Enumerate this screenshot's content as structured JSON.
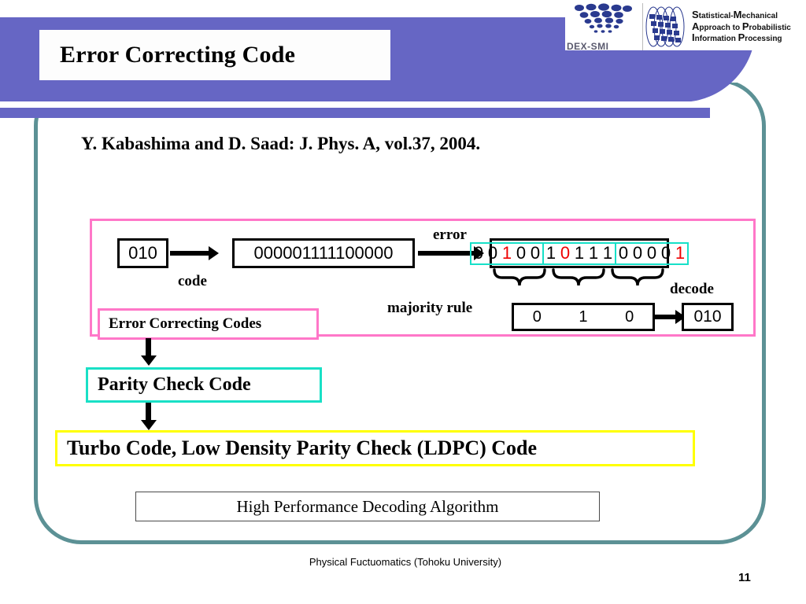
{
  "slide": {
    "title": "Error Correcting Code",
    "citation": "Y. Kabashima and D. Saad: J. Phys. A, vol.37, 2004.",
    "footer": "Physical Fuctuomatics (Tohoku University)",
    "page_number": "11"
  },
  "logos": {
    "dex": {
      "label": "DEX-SMI"
    },
    "smapip": {
      "line1_cap": "S",
      "line1_rest": "tatistical-",
      "line1_cap2": "M",
      "line1_rest2": "echanical",
      "line2_cap": "A",
      "line2_rest": "pproach to ",
      "line2_cap2": "P",
      "line2_rest2": "robabilistic",
      "line3_cap": "I",
      "line3_rest": "nformation ",
      "line3_cap2": "P",
      "line3_rest2": "rocessing"
    }
  },
  "diagram": {
    "message": "010",
    "codeword": "000001111100000",
    "code_label": "code",
    "error_label": "error",
    "majority_label": "majority rule",
    "decode_label": "decode",
    "decoded": "010",
    "received_groups": [
      {
        "bits": [
          "0",
          "0",
          "1",
          "0",
          "0"
        ],
        "errors": [
          2
        ]
      },
      {
        "bits": [
          "1",
          "0",
          "1",
          "1",
          "1"
        ],
        "errors": [
          1
        ]
      },
      {
        "bits": [
          "0",
          "0",
          "0",
          "0",
          "1"
        ],
        "errors": [
          4
        ]
      }
    ],
    "majority_values": [
      "0",
      "1",
      "0"
    ]
  },
  "hierarchy": {
    "ecc": "Error Correcting Codes",
    "parity": "Parity Check Code",
    "turbo": "Turbo Code, Low Density Parity Check (LDPC) Code",
    "algorithm": "High Performance Decoding Algorithm"
  },
  "colors": {
    "header_purple": "#6666c4",
    "frame_teal": "#5c9195",
    "pink": "#ff77c8",
    "cyan": "#16e0c8",
    "yellow": "#ffff00",
    "error_red": "#ee0000"
  }
}
